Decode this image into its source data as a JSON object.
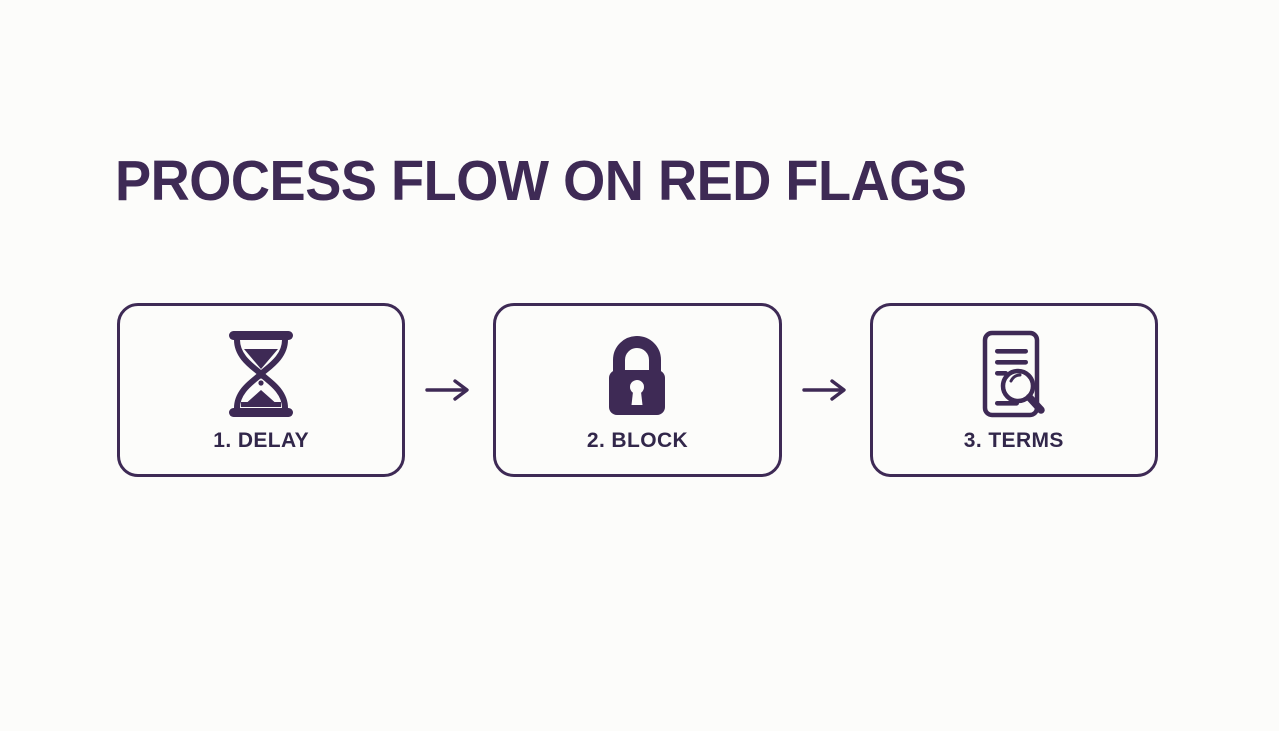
{
  "slide": {
    "background_color": "#fcfcfa",
    "accent_color": "#3e2a55",
    "title": "PROCESS FLOW ON RED FLAGS"
  },
  "flow": {
    "arrow_symbol": "arrow-right",
    "steps": [
      {
        "label": "1. DELAY",
        "icon": "hourglass-icon"
      },
      {
        "label": "2. BLOCK",
        "icon": "lock-icon"
      },
      {
        "label": "3. TERMS",
        "icon": "document-search-icon"
      }
    ],
    "connectors": [
      {
        "name": "arrow-1"
      },
      {
        "name": "arrow-2"
      }
    ]
  }
}
